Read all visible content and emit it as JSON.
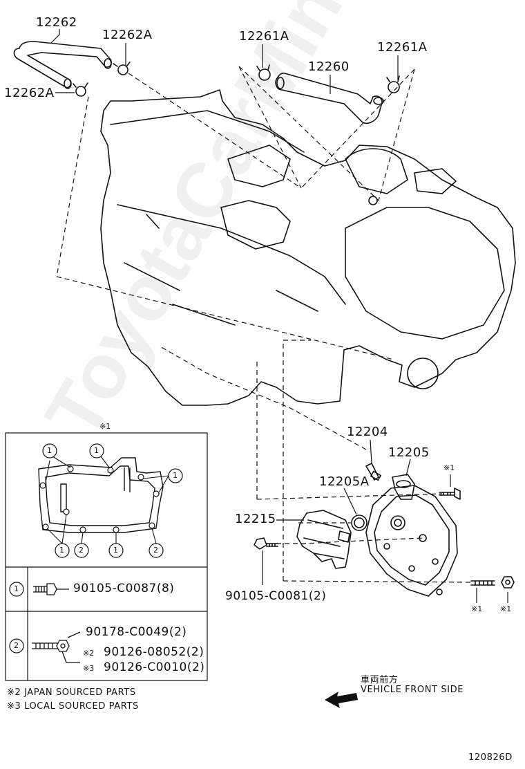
{
  "watermark": "ToyotaCarMine.ru",
  "diagram_code": "120826D",
  "callouts": {
    "p12262": "12262",
    "p12262A_top": "12262A",
    "p12262A_left": "12262A",
    "p12261A_left": "12261A",
    "p12261A_right": "12261A",
    "p12260": "12260",
    "p12204": "12204",
    "p12205": "12205",
    "p12205A": "12205A",
    "p12215": "12215",
    "p90105_c0081": "90105-C0081(2)",
    "mark1_top": "※1",
    "mark1_bolt": "※1",
    "mark1_nut": "※1"
  },
  "gasket_legend": {
    "header_mark": "※1",
    "circle1": "1",
    "circle2": "2",
    "row1_index": "1",
    "row1_part": "90105-C0087(8)",
    "row2_index": "2",
    "row2_part_a": "90178-C0049(2)",
    "row2_note_b": "※2",
    "row2_part_b": "90126-08052(2)",
    "row2_note_c": "※3",
    "row2_part_c": "90126-C0010(2)"
  },
  "notes": {
    "japan": "※2 JAPAN SOURCED PARTS",
    "local": "※3 LOCAL SOURCED PARTS"
  },
  "direction": {
    "jp": "車両前方",
    "en": "VEHICLE FRONT SIDE"
  }
}
